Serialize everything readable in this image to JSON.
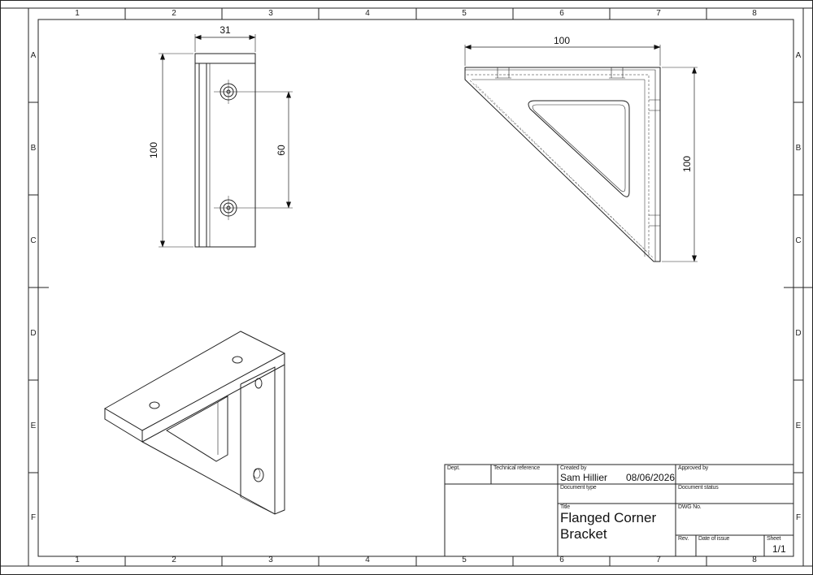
{
  "border": {
    "columns": [
      "1",
      "2",
      "3",
      "4",
      "5",
      "6",
      "7",
      "8"
    ],
    "rows": [
      "A",
      "B",
      "C",
      "D",
      "E",
      "F"
    ]
  },
  "views": {
    "side": {
      "width_dim": "31",
      "height_dim": "100",
      "hole_spacing_dim": "60"
    },
    "front": {
      "width_dim": "100",
      "height_dim": "100"
    }
  },
  "title_block": {
    "dept_label": "Dept.",
    "tech_ref_label": "Technical reference",
    "created_by_label": "Created by",
    "created_by": "Sam Hillier",
    "created_date": "08/06/2026",
    "approved_by_label": "Approved by",
    "doc_type_label": "Document type",
    "doc_status_label": "Document status",
    "title_label": "Title",
    "title_line1": "Flanged Corner",
    "title_line2": "Bracket",
    "dwg_no_label": "DWG No.",
    "rev_label": "Rev.",
    "date_issue_label": "Date of issue",
    "sheet_label": "Sheet",
    "sheet": "1/1"
  }
}
